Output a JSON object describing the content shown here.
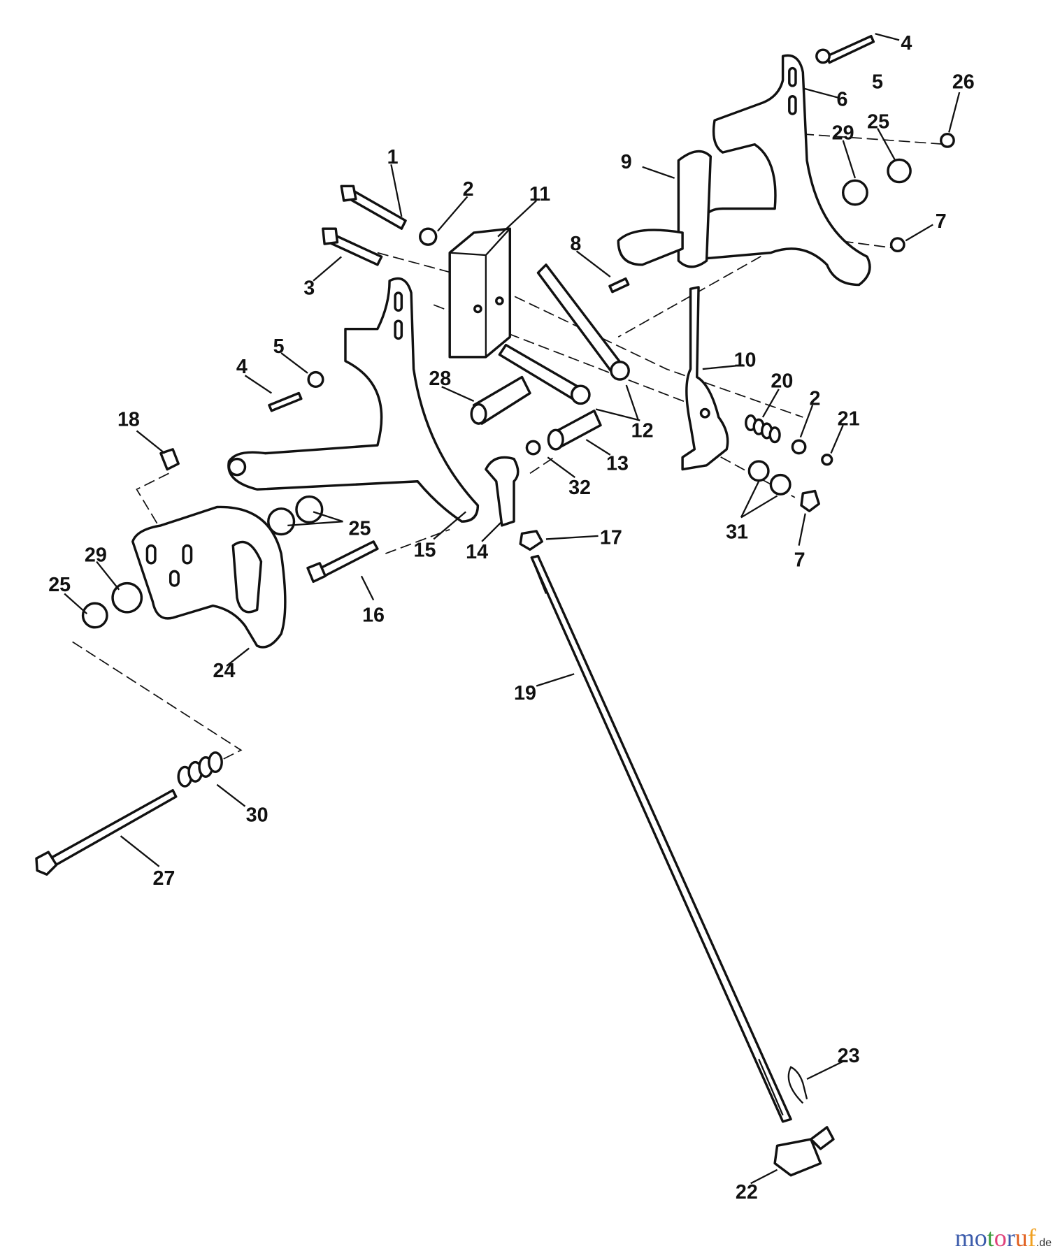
{
  "diagram": {
    "labels": [
      "1",
      "2",
      "3",
      "4",
      "5",
      "6",
      "7",
      "8",
      "9",
      "10",
      "11",
      "12",
      "13",
      "14",
      "15",
      "16",
      "17",
      "18",
      "19",
      "20",
      "21",
      "22",
      "23",
      "24",
      "25",
      "26",
      "27",
      "28",
      "29",
      "30",
      "31",
      "32"
    ],
    "callouts": {
      "top_right_4": "4",
      "top_right_5": "5",
      "top_right_6": "6",
      "top_right_26": "26",
      "top_right_29": "29",
      "top_right_25": "25",
      "top_right_7": "7",
      "lbl_9": "9",
      "lbl_1": "1",
      "lbl_2a": "2",
      "lbl_11": "11",
      "lbl_8": "8",
      "lbl_3": "3",
      "lbl_5b": "5",
      "lbl_4b": "4",
      "lbl_28": "28",
      "lbl_10": "10",
      "lbl_20": "20",
      "lbl_2b": "2",
      "lbl_21": "21",
      "lbl_12": "12",
      "lbl_13": "13",
      "lbl_32": "32",
      "lbl_18": "18",
      "lbl_25b": "25",
      "lbl_29b": "29",
      "lbl_25c": "25",
      "lbl_15": "15",
      "lbl_14": "14",
      "lbl_17": "17",
      "lbl_31": "31",
      "lbl_7b": "7",
      "lbl_16": "16",
      "lbl_24": "24",
      "lbl_19": "19",
      "lbl_30": "30",
      "lbl_27": "27",
      "lbl_23": "23",
      "lbl_22": "22"
    }
  },
  "watermark": {
    "brand": "motoruf",
    "suffix": ".de",
    "colors": [
      "#3b5bab",
      "#3b5bab",
      "#3a9a3a",
      "#e0407a",
      "#3b5bab",
      "#e06020",
      "#f0a020",
      "#f0c020"
    ]
  }
}
